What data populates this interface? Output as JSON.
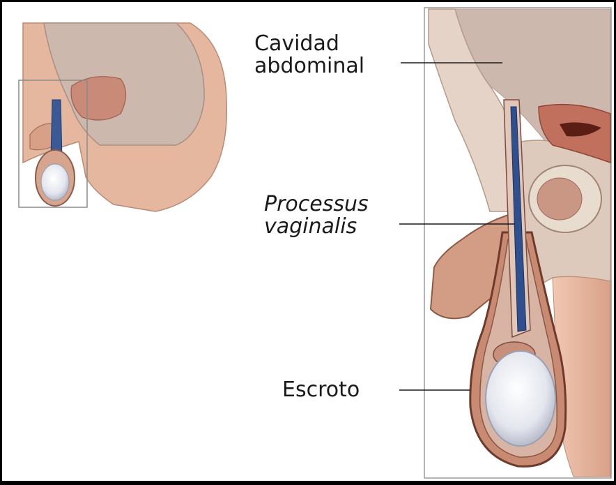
{
  "labels": {
    "abdominal": {
      "line1": "Cavidad",
      "line2": "abdominal"
    },
    "processus": {
      "line1": "Processus",
      "line2": "vaginalis"
    },
    "scrotum": "Escroto"
  },
  "colors": {
    "frame": "#9a9a9a",
    "skin": "#e9b8a0",
    "tissue": "#d9c3b5",
    "cavity": "#cdb8ad",
    "muscle": "#b0604c",
    "testis": "#e8eaf0",
    "vessel": "#2f4f8f",
    "leader": "#1a1a1a"
  }
}
